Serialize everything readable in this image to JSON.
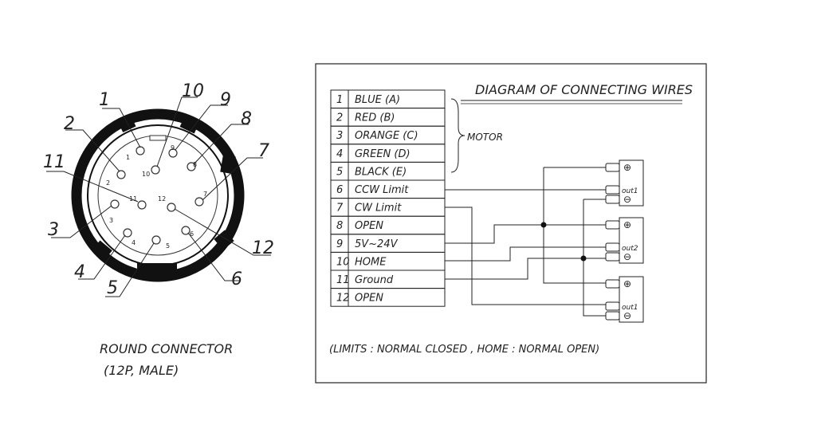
{
  "connector": {
    "title_line1": "ROUND CONNECTOR",
    "title_line2": "(12P,  MALE)",
    "callouts": [
      "1",
      "2",
      "3",
      "4",
      "5",
      "6",
      "7",
      "8",
      "9",
      "10",
      "11",
      "12"
    ],
    "inner_labels": [
      "1",
      "2",
      "3",
      "4",
      "5",
      "6",
      "7",
      "8",
      "9",
      "10",
      "11",
      "12"
    ]
  },
  "wiring": {
    "title": "DIAGRAM OF CONNECTING WIRES",
    "motor_label": "MOTOR",
    "note": "(LIMITS : NORMAL CLOSED  ,  HOME : NORMAL OPEN)",
    "rows": [
      {
        "num": "1",
        "label": "BLUE (A)"
      },
      {
        "num": "2",
        "label": "RED (B)"
      },
      {
        "num": "3",
        "label": "ORANGE (C)"
      },
      {
        "num": "4",
        "label": "GREEN (D)"
      },
      {
        "num": "5",
        "label": "BLACK (E)"
      },
      {
        "num": "6",
        "label": "CCW Limit"
      },
      {
        "num": "7",
        "label": "CW Limit"
      },
      {
        "num": "8",
        "label": "OPEN"
      },
      {
        "num": "9",
        "label": "5V~24V"
      },
      {
        "num": "10",
        "label": "HOME"
      },
      {
        "num": "11",
        "label": "Ground"
      },
      {
        "num": "12",
        "label": "OPEN"
      }
    ],
    "sensors": [
      {
        "plus": "⊕",
        "out": "out1",
        "minus": "⊖"
      },
      {
        "plus": "⊕",
        "out": "out2",
        "minus": "⊖"
      },
      {
        "plus": "⊕",
        "out": "out1",
        "minus": "⊖"
      }
    ]
  }
}
